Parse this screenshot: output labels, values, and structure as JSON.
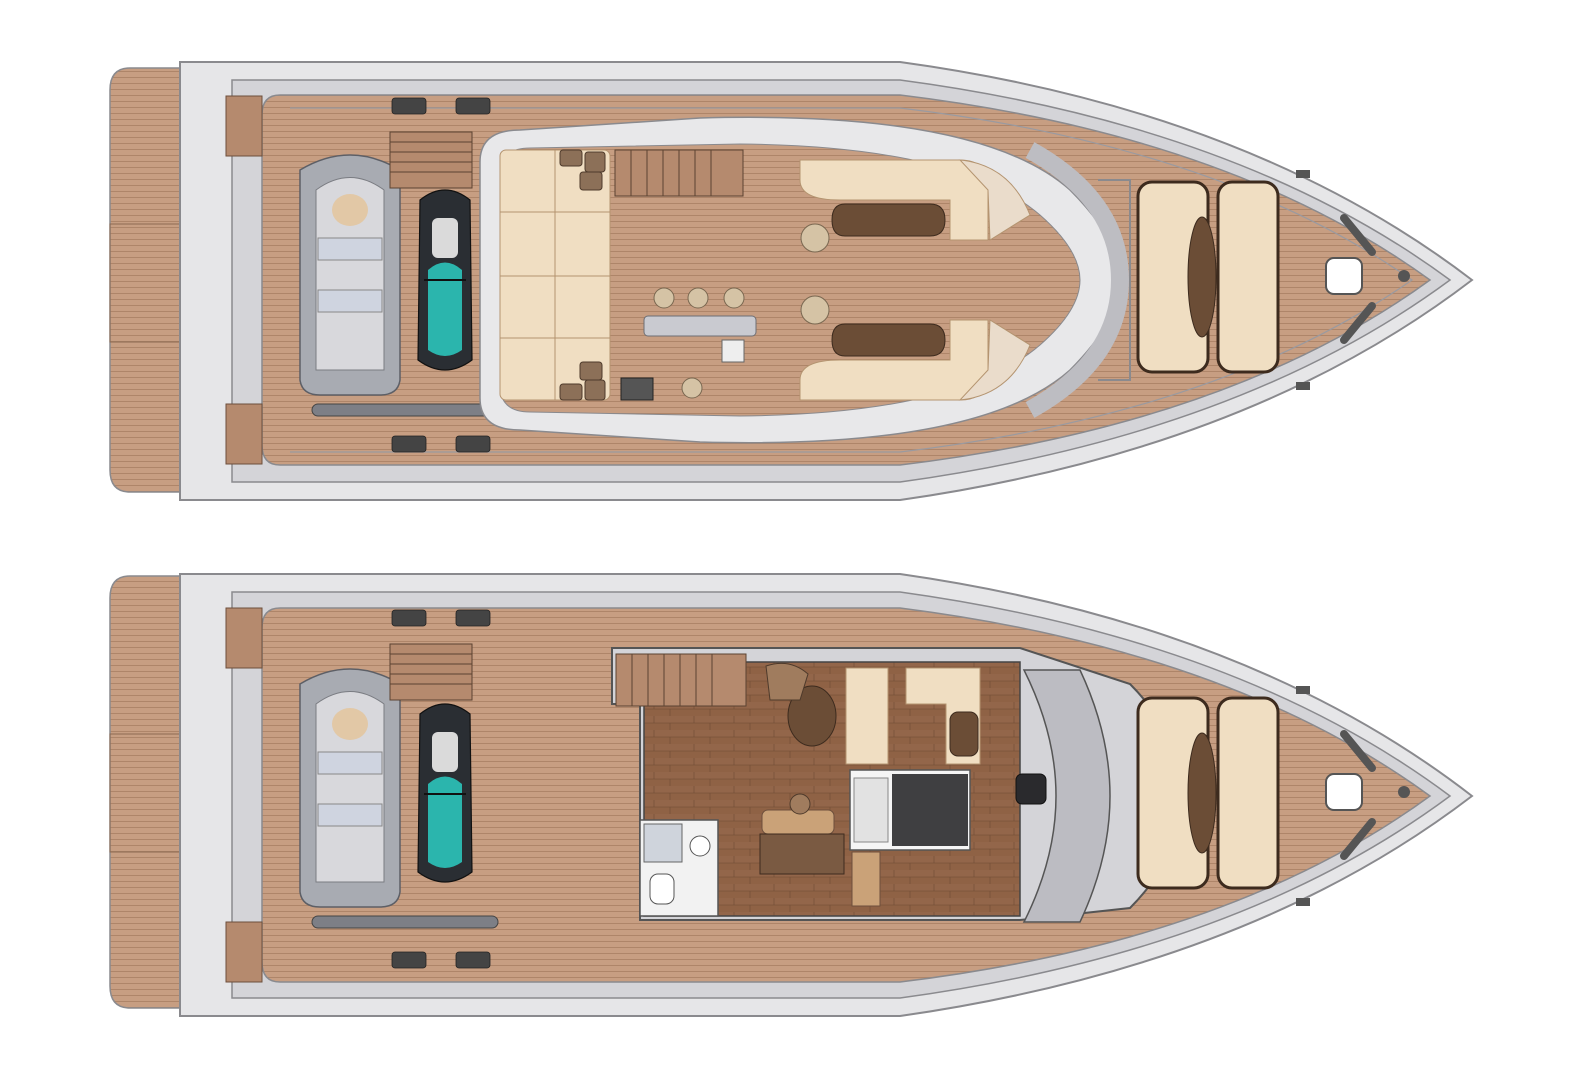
{
  "plans": [
    {
      "id": "flybridge-deck",
      "features": [
        "tender",
        "jet-ski",
        "sunpad",
        "staircase",
        "bar-table",
        "bar-stools",
        "u-sofas",
        "dinette-tables",
        "foredeck-sunpads",
        "anchor-windlass"
      ]
    },
    {
      "id": "main-deck",
      "features": [
        "tender",
        "jet-ski",
        "staircase",
        "interior-saloon",
        "bathroom",
        "dinette",
        "berth",
        "helm-seat",
        "foredeck-sunpads",
        "anchor-windlass"
      ]
    }
  ],
  "colors": {
    "teak": "#c49a7e",
    "teak_dark": "#b2876a",
    "hull": "#e6e6e8",
    "hull_line": "#8a8a8e",
    "cushion": "#f0dec2",
    "wood_table": "#6b4d36",
    "interior_floor": "#8a5d3f",
    "tender_gray": "#a8abb2",
    "jetski_teal": "#2bb5ad",
    "jetski_dark": "#2a2e33"
  }
}
